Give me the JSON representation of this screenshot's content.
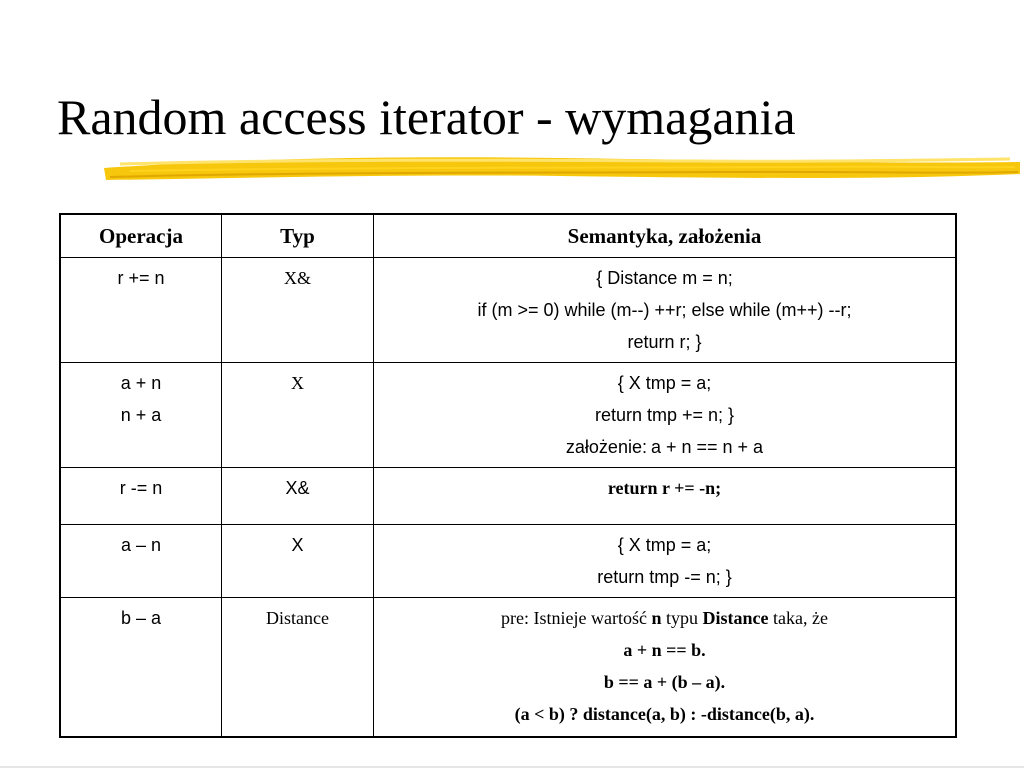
{
  "slide": {
    "title": "Random access iterator - wymagania"
  },
  "table": {
    "headers": {
      "operation": "Operacja",
      "type": "Typ",
      "semantics": "Semantyka, założenia"
    },
    "rows": [
      {
        "operation": [
          "r += n"
        ],
        "type": "X&",
        "semantics": [
          "{ Distance m = n;",
          "if (m >= 0) while (m--) ++r; else while (m++) --r;",
          "return r; }"
        ]
      },
      {
        "operation": [
          "a + n",
          "n + a"
        ],
        "type": "X",
        "semantics": [
          "{ X tmp = a;",
          "return tmp += n; }"
        ],
        "assumption_label": "założenie:",
        "assumption_code": "a + n == n + a"
      },
      {
        "operation": [
          "r -= n"
        ],
        "type": "X&",
        "semantics": [
          "return r += -n;"
        ]
      },
      {
        "operation": [
          "a – n"
        ],
        "type": "X",
        "semantics": [
          "{ X tmp = a;",
          "return tmp -= n; }"
        ]
      },
      {
        "operation": [
          "b – a"
        ],
        "type": "Distance",
        "pre": {
          "prefix": "pre: Istnieje wartość ",
          "n": "n",
          "mid": " typu ",
          "distance": "Distance",
          "suffix": " taka, że"
        },
        "semantics": [
          "a + n == b.",
          "b == a + (b – a).",
          "(a < b) ? distance(a, b) : -distance(b, a)."
        ]
      }
    ]
  },
  "colors": {
    "highlight_stroke": "#f5c400",
    "text": "#000000"
  }
}
